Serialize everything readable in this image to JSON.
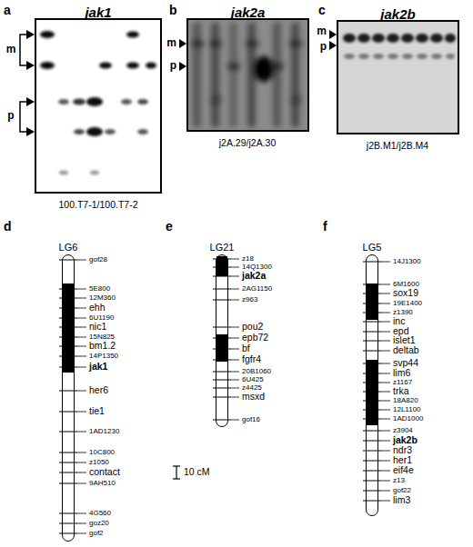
{
  "diagram": {
    "nodes": [
      {
        "text": [
          "jak1"
        ]
      },
      {
        "text": [
          "jak2a"
        ]
      },
      {
        "text": [
          "jak2b"
        ]
      },
      {
        "text": [
          "LG6"
        ]
      },
      {
        "text": [
          "LG21"
        ]
      },
      {
        "text": [
          "LG5"
        ]
      }
    ],
    "labels": [
      "a",
      "m",
      "p",
      "100.T7-1/100.T7-2",
      "b",
      "m",
      "p",
      "j2A.29/j2A.30",
      "c",
      "m",
      "p",
      "j2B.M1/j2B.M4",
      "d",
      "gof28",
      "5E800",
      "12M360",
      "ehh",
      "6U1190",
      "nic1",
      "15N825",
      "bm1.2",
      "14P1350",
      "jak1",
      "her6",
      "tie1",
      "1AD1230",
      "10C800",
      "z1050",
      "contact",
      "9AH510",
      "4G560",
      "goz20",
      "gof2",
      "10 cM",
      "e",
      "z18",
      "14Q1300",
      "jak2a",
      "2AG1150",
      "z963",
      "pou2",
      "epb72",
      "bf",
      "fgfr4",
      "20B1060",
      "6U425",
      "z4425",
      "msxd",
      "gof16",
      "f",
      "14J1300",
      "6M1600",
      "sox19",
      "19E1400",
      "z1390",
      "inc",
      "epd",
      "islet1",
      "deltab",
      "svp44",
      "lim6",
      "z1167",
      "trka",
      "18A820",
      "12L1100",
      "1AD1000",
      "z3904",
      "jak2b",
      "ndr3",
      "her1",
      "eif4e",
      "z13",
      "gof22",
      "lim3"
    ]
  }
}
